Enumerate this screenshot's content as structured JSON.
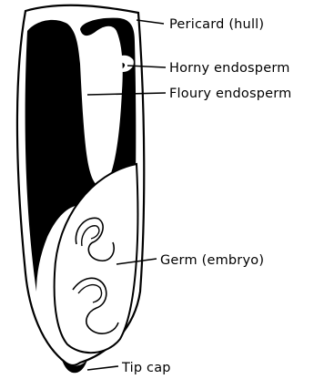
{
  "labels": {
    "pericarp": "Pericard (hull)",
    "horny_endosperm": "Horny endosperm",
    "floury_endosperm": "Floury endosperm",
    "germ": "Germ (embryo)",
    "tip_cap": "Tip cap"
  },
  "colors": {
    "ink": "#000000",
    "paper": "#ffffff"
  }
}
